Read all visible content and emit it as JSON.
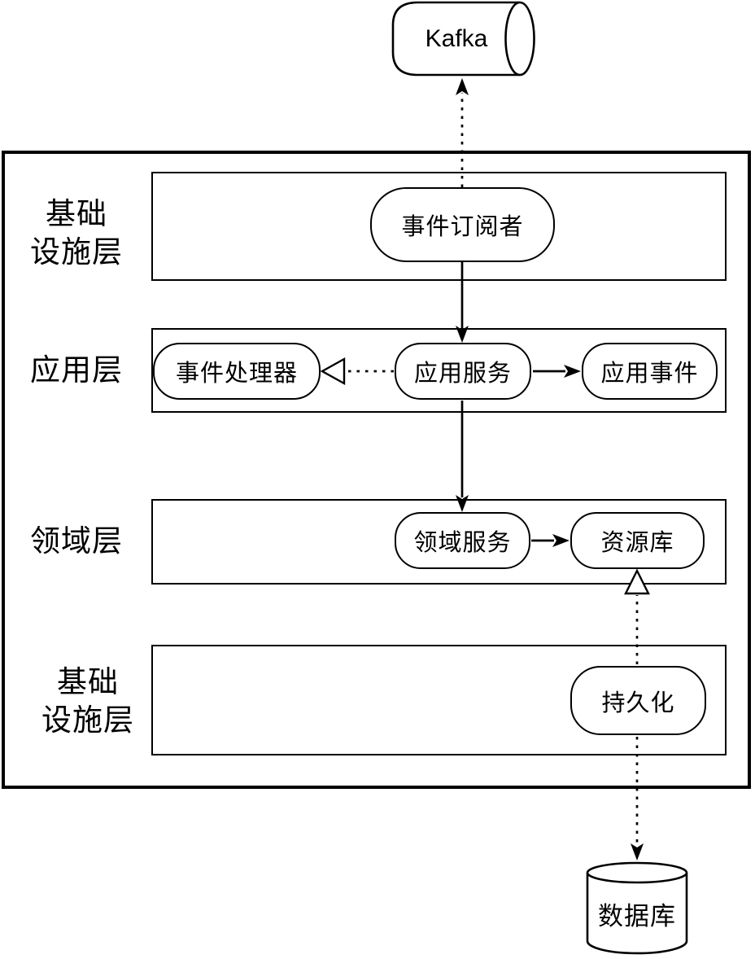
{
  "palette": {
    "stroke": "#000000",
    "background": "#ffffff"
  },
  "external": {
    "kafka": {
      "label": "Kafka",
      "shape": "horizontal-cylinder"
    },
    "database": {
      "label": "数据库",
      "shape": "cylinder"
    }
  },
  "layers": {
    "infra_top": {
      "label": "基础\n设施层"
    },
    "application": {
      "label": "应用层"
    },
    "domain": {
      "label": "领域层"
    },
    "infra_bottom": {
      "label": "基础\n设施层"
    }
  },
  "nodes": {
    "event_subscriber": {
      "label": "事件订阅者"
    },
    "event_processor": {
      "label": "事件处理器"
    },
    "app_service": {
      "label": "应用服务"
    },
    "app_event": {
      "label": "应用事件"
    },
    "domain_service": {
      "label": "领域服务"
    },
    "repository": {
      "label": "资源库"
    },
    "persistence": {
      "label": "持久化"
    }
  },
  "edges": [
    {
      "from": "事件订阅者",
      "to": "Kafka",
      "line": "dashed",
      "head": "filled-arrow"
    },
    {
      "from": "事件订阅者",
      "to": "应用服务",
      "line": "solid",
      "head": "filled-arrow"
    },
    {
      "from": "应用服务",
      "to": "事件处理器",
      "line": "dashed",
      "head": "open-triangle"
    },
    {
      "from": "应用服务",
      "to": "应用事件",
      "line": "solid",
      "head": "filled-arrow"
    },
    {
      "from": "应用服务",
      "to": "领域服务",
      "line": "solid",
      "head": "filled-arrow"
    },
    {
      "from": "领域服务",
      "to": "资源库",
      "line": "solid",
      "head": "filled-arrow"
    },
    {
      "from": "持久化",
      "to": "资源库",
      "line": "dashed",
      "head": "open-triangle"
    },
    {
      "from": "持久化",
      "to": "数据库",
      "line": "dashed",
      "head": "filled-arrow"
    }
  ]
}
